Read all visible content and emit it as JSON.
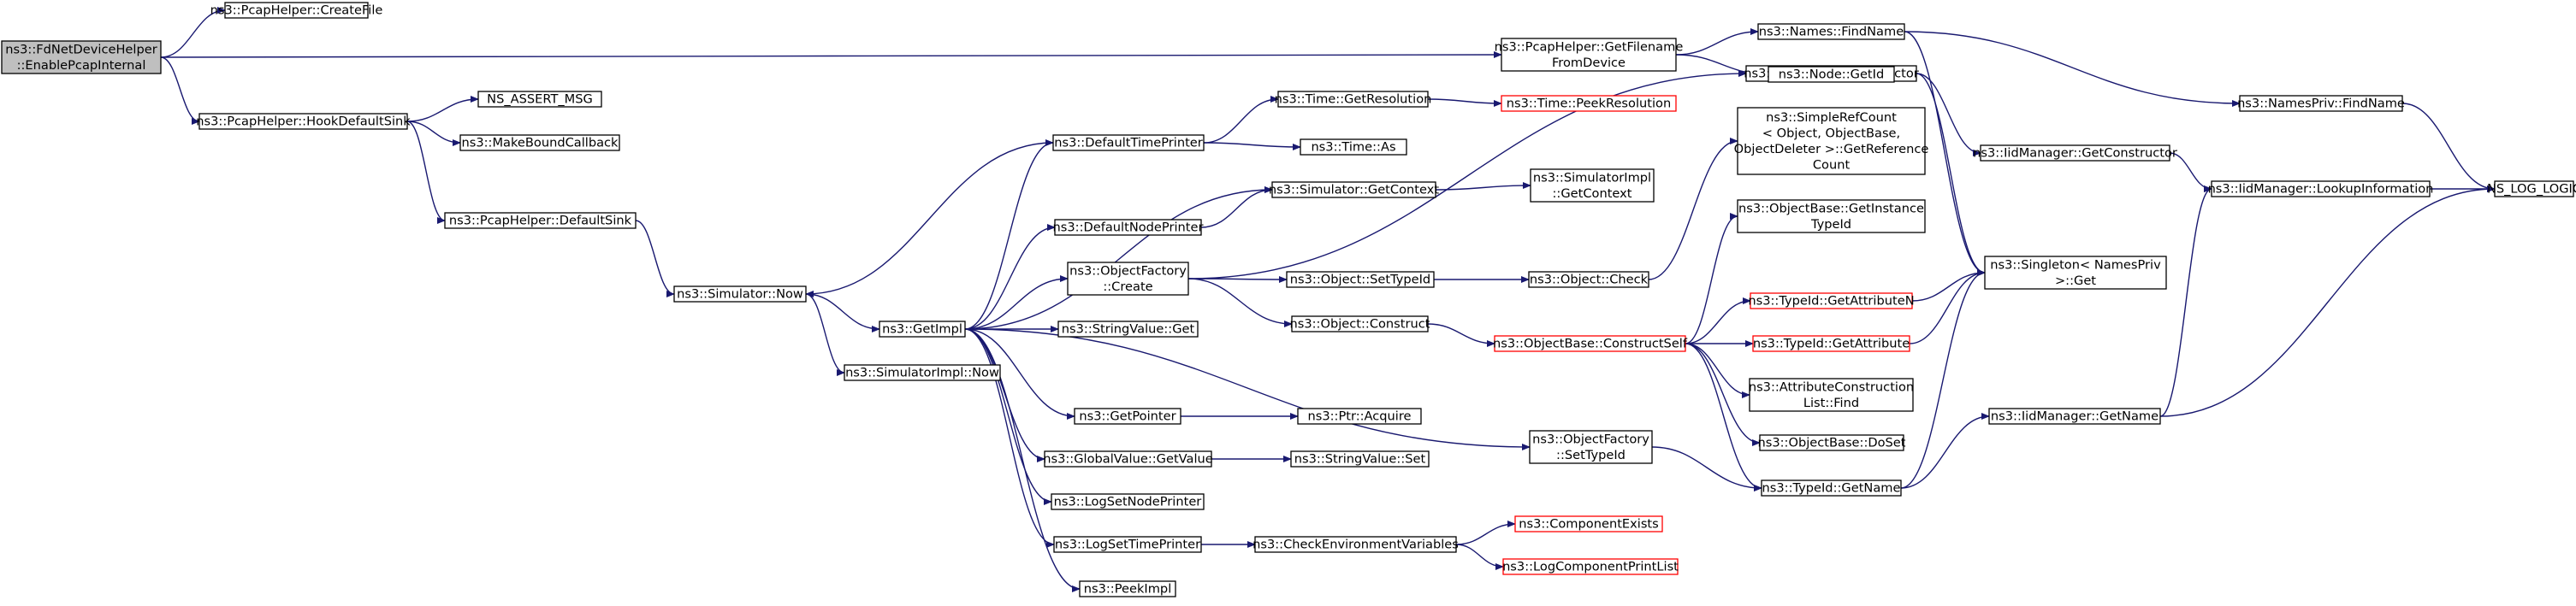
{
  "diagram": {
    "colors": {
      "edge": "#191970",
      "node_border": "#000000",
      "node_border_incomplete": "#ff0000",
      "node_fill": "#ffffff",
      "root_fill": "#bfbfbf"
    },
    "nodes": [
      {
        "id": "root",
        "lines": [
          "ns3::FdNetDeviceHelper",
          "::EnablePcapInternal"
        ],
        "style": "root"
      },
      {
        "id": "createfile",
        "lines": [
          "ns3::PcapHelper::CreateFile"
        ],
        "style": "normal"
      },
      {
        "id": "hookdefaultsink",
        "lines": [
          "ns3::PcapHelper::HookDefaultSink"
        ],
        "style": "normal"
      },
      {
        "id": "assert",
        "lines": [
          "NS_ASSERT_MSG"
        ],
        "style": "normal"
      },
      {
        "id": "makebound",
        "lines": [
          "ns3::MakeBoundCallback"
        ],
        "style": "normal"
      },
      {
        "id": "defaultsink",
        "lines": [
          "ns3::PcapHelper::DefaultSink"
        ],
        "style": "normal"
      },
      {
        "id": "simnow",
        "lines": [
          "ns3::Simulator::Now"
        ],
        "style": "normal"
      },
      {
        "id": "simimplnow",
        "lines": [
          "ns3::SimulatorImpl::Now"
        ],
        "style": "normal"
      },
      {
        "id": "getimpl",
        "lines": [
          "ns3::GetImpl"
        ],
        "style": "normal"
      },
      {
        "id": "deftimeprinter",
        "lines": [
          "ns3::DefaultTimePrinter"
        ],
        "style": "normal"
      },
      {
        "id": "defnodeprinter",
        "lines": [
          "ns3::DefaultNodePrinter"
        ],
        "style": "normal"
      },
      {
        "id": "objfactcreate",
        "lines": [
          "ns3::ObjectFactory",
          "::Create"
        ],
        "style": "normal"
      },
      {
        "id": "strvalget",
        "lines": [
          "ns3::StringValue::Get"
        ],
        "style": "normal"
      },
      {
        "id": "getpointer",
        "lines": [
          "ns3::GetPointer"
        ],
        "style": "normal"
      },
      {
        "id": "globalvalue",
        "lines": [
          "ns3::GlobalValue::GetValue"
        ],
        "style": "normal"
      },
      {
        "id": "logsetnode",
        "lines": [
          "ns3::LogSetNodePrinter"
        ],
        "style": "normal"
      },
      {
        "id": "logsettime",
        "lines": [
          "ns3::LogSetTimePrinter"
        ],
        "style": "normal"
      },
      {
        "id": "peekimpl",
        "lines": [
          "ns3::PeekImpl"
        ],
        "style": "normal"
      },
      {
        "id": "timegetres",
        "lines": [
          "ns3::Time::GetResolution"
        ],
        "style": "normal"
      },
      {
        "id": "timeas",
        "lines": [
          "ns3::Time::As"
        ],
        "style": "normal"
      },
      {
        "id": "timepeekres",
        "lines": [
          "ns3::Time::PeekResolution"
        ],
        "style": "incomplete"
      },
      {
        "id": "simgetctx",
        "lines": [
          "ns3::Simulator::GetContext"
        ],
        "style": "normal"
      },
      {
        "id": "simimplgetctx",
        "lines": [
          "ns3::SimulatorImpl",
          "::GetContext"
        ],
        "style": "normal"
      },
      {
        "id": "objsettypeid",
        "lines": [
          "ns3::Object::SetTypeId"
        ],
        "style": "normal"
      },
      {
        "id": "objconstruct",
        "lines": [
          "ns3::Object::Construct"
        ],
        "style": "normal"
      },
      {
        "id": "objcheck",
        "lines": [
          "ns3::Object::Check"
        ],
        "style": "normal"
      },
      {
        "id": "ptracquire",
        "lines": [
          "ns3::Ptr::Acquire"
        ],
        "style": "normal"
      },
      {
        "id": "strvalset",
        "lines": [
          "ns3::StringValue::Set"
        ],
        "style": "normal"
      },
      {
        "id": "objfactsettypeid",
        "lines": [
          "ns3::ObjectFactory",
          "::SetTypeId"
        ],
        "style": "normal"
      },
      {
        "id": "checkenv",
        "lines": [
          "ns3::CheckEnvironmentVariables"
        ],
        "style": "normal"
      },
      {
        "id": "compexists",
        "lines": [
          "ns3::ComponentExists"
        ],
        "style": "incomplete"
      },
      {
        "id": "logcompprint",
        "lines": [
          "ns3::LogComponentPrintList"
        ],
        "style": "incomplete"
      },
      {
        "id": "typeidgetctor",
        "lines": [
          "ns3::TypeId::GetConstructor"
        ],
        "style": "normal"
      },
      {
        "id": "simplerefcount",
        "lines": [
          "ns3::SimpleRefCount",
          "< Object, ObjectBase,",
          "ObjectDeleter >::GetReference",
          "Count"
        ],
        "style": "normal"
      },
      {
        "id": "objbasegetinst",
        "lines": [
          "ns3::ObjectBase::GetInstance",
          "TypeId"
        ],
        "style": "normal"
      },
      {
        "id": "objbaseconstructself",
        "lines": [
          "ns3::ObjectBase::ConstructSelf"
        ],
        "style": "incomplete"
      },
      {
        "id": "typeidgetattrn",
        "lines": [
          "ns3::TypeId::GetAttributeN"
        ],
        "style": "incomplete"
      },
      {
        "id": "typeidgetattr",
        "lines": [
          "ns3::TypeId::GetAttribute"
        ],
        "style": "incomplete"
      },
      {
        "id": "attrconstrfind",
        "lines": [
          "ns3::AttributeConstruction",
          "List::Find"
        ],
        "style": "normal"
      },
      {
        "id": "objbasedoset",
        "lines": [
          "ns3::ObjectBase::DoSet"
        ],
        "style": "normal"
      },
      {
        "id": "typeidgetname",
        "lines": [
          "ns3::TypeId::GetName"
        ],
        "style": "normal"
      },
      {
        "id": "pcapgetfilename",
        "lines": [
          "ns3::PcapHelper::GetFilename",
          "FromDevice"
        ],
        "style": "normal"
      },
      {
        "id": "namesfindname",
        "lines": [
          "ns3::Names::FindName"
        ],
        "style": "normal"
      },
      {
        "id": "nodegetid",
        "lines": [
          "ns3::Node::GetId"
        ],
        "style": "normal"
      },
      {
        "id": "iidgetctor",
        "lines": [
          "ns3::IidManager::GetConstructor"
        ],
        "style": "normal"
      },
      {
        "id": "singletonget",
        "lines": [
          "ns3::Singleton< NamesPriv",
          ">::Get"
        ],
        "style": "normal"
      },
      {
        "id": "iidgetname",
        "lines": [
          "ns3::IidManager::GetName"
        ],
        "style": "normal"
      },
      {
        "id": "namesprivfind",
        "lines": [
          "ns3::NamesPriv::FindName"
        ],
        "style": "normal"
      },
      {
        "id": "iidlookup",
        "lines": [
          "ns3::IidManager::LookupInformation"
        ],
        "style": "normal"
      },
      {
        "id": "nslog",
        "lines": [
          "NS_LOG_LOGIC"
        ],
        "style": "normal"
      }
    ],
    "edges": [
      {
        "from": "root",
        "to": "createfile"
      },
      {
        "from": "root",
        "to": "hookdefaultsink"
      },
      {
        "from": "root",
        "to": "pcapgetfilename"
      },
      {
        "from": "hookdefaultsink",
        "to": "assert"
      },
      {
        "from": "hookdefaultsink",
        "to": "makebound"
      },
      {
        "from": "hookdefaultsink",
        "to": "defaultsink"
      },
      {
        "from": "defaultsink",
        "to": "simnow"
      },
      {
        "from": "simnow",
        "to": "getimpl"
      },
      {
        "from": "simnow",
        "to": "simimplnow"
      },
      {
        "from": "getimpl",
        "to": "deftimeprinter"
      },
      {
        "from": "getimpl",
        "to": "defnodeprinter"
      },
      {
        "from": "getimpl",
        "to": "objfactcreate"
      },
      {
        "from": "getimpl",
        "to": "strvalget"
      },
      {
        "from": "getimpl",
        "to": "getpointer"
      },
      {
        "from": "getimpl",
        "to": "globalvalue"
      },
      {
        "from": "getimpl",
        "to": "logsetnode"
      },
      {
        "from": "getimpl",
        "to": "logsettime"
      },
      {
        "from": "getimpl",
        "to": "peekimpl"
      },
      {
        "from": "getimpl",
        "to": "objfactsettypeid"
      },
      {
        "from": "getimpl",
        "to": "simgetctx"
      },
      {
        "from": "deftimeprinter",
        "to": "simnow"
      },
      {
        "from": "deftimeprinter",
        "to": "timegetres"
      },
      {
        "from": "deftimeprinter",
        "to": "timeas"
      },
      {
        "from": "timegetres",
        "to": "timepeekres"
      },
      {
        "from": "defnodeprinter",
        "to": "simgetctx"
      },
      {
        "from": "simgetctx",
        "to": "simimplgetctx"
      },
      {
        "from": "objfactcreate",
        "to": "typeidgetctor"
      },
      {
        "from": "objfactcreate",
        "to": "objsettypeid"
      },
      {
        "from": "objfactcreate",
        "to": "objconstruct"
      },
      {
        "from": "objsettypeid",
        "to": "objcheck"
      },
      {
        "from": "objcheck",
        "to": "simplerefcount"
      },
      {
        "from": "objconstruct",
        "to": "objbaseconstructself"
      },
      {
        "from": "objbaseconstructself",
        "to": "objbasegetinst"
      },
      {
        "from": "objbaseconstructself",
        "to": "typeidgetattrn"
      },
      {
        "from": "objbaseconstructself",
        "to": "typeidgetattr"
      },
      {
        "from": "objbaseconstructself",
        "to": "attrconstrfind"
      },
      {
        "from": "objbaseconstructself",
        "to": "objbasedoset"
      },
      {
        "from": "objbaseconstructself",
        "to": "typeidgetname"
      },
      {
        "from": "getpointer",
        "to": "ptracquire"
      },
      {
        "from": "globalvalue",
        "to": "strvalset"
      },
      {
        "from": "logsettime",
        "to": "checkenv"
      },
      {
        "from": "checkenv",
        "to": "compexists"
      },
      {
        "from": "checkenv",
        "to": "logcompprint"
      },
      {
        "from": "objfactsettypeid",
        "to": "typeidgetname"
      },
      {
        "from": "typeidgetctor",
        "to": "iidgetctor"
      },
      {
        "from": "typeidgetctor",
        "to": "singletonget"
      },
      {
        "from": "typeidgetattrn",
        "to": "singletonget"
      },
      {
        "from": "typeidgetattr",
        "to": "singletonget"
      },
      {
        "from": "typeidgetname",
        "to": "singletonget"
      },
      {
        "from": "typeidgetname",
        "to": "iidgetname"
      },
      {
        "from": "iidgetctor",
        "to": "iidlookup"
      },
      {
        "from": "iidgetname",
        "to": "iidlookup"
      },
      {
        "from": "iidgetname",
        "to": "nslog"
      },
      {
        "from": "iidlookup",
        "to": "nslog"
      },
      {
        "from": "pcapgetfilename",
        "to": "namesfindname"
      },
      {
        "from": "pcapgetfilename",
        "to": "nodegetid"
      },
      {
        "from": "namesfindname",
        "to": "namesprivfind"
      },
      {
        "from": "namesfindname",
        "to": "singletonget"
      },
      {
        "from": "namesprivfind",
        "to": "nslog"
      }
    ]
  }
}
